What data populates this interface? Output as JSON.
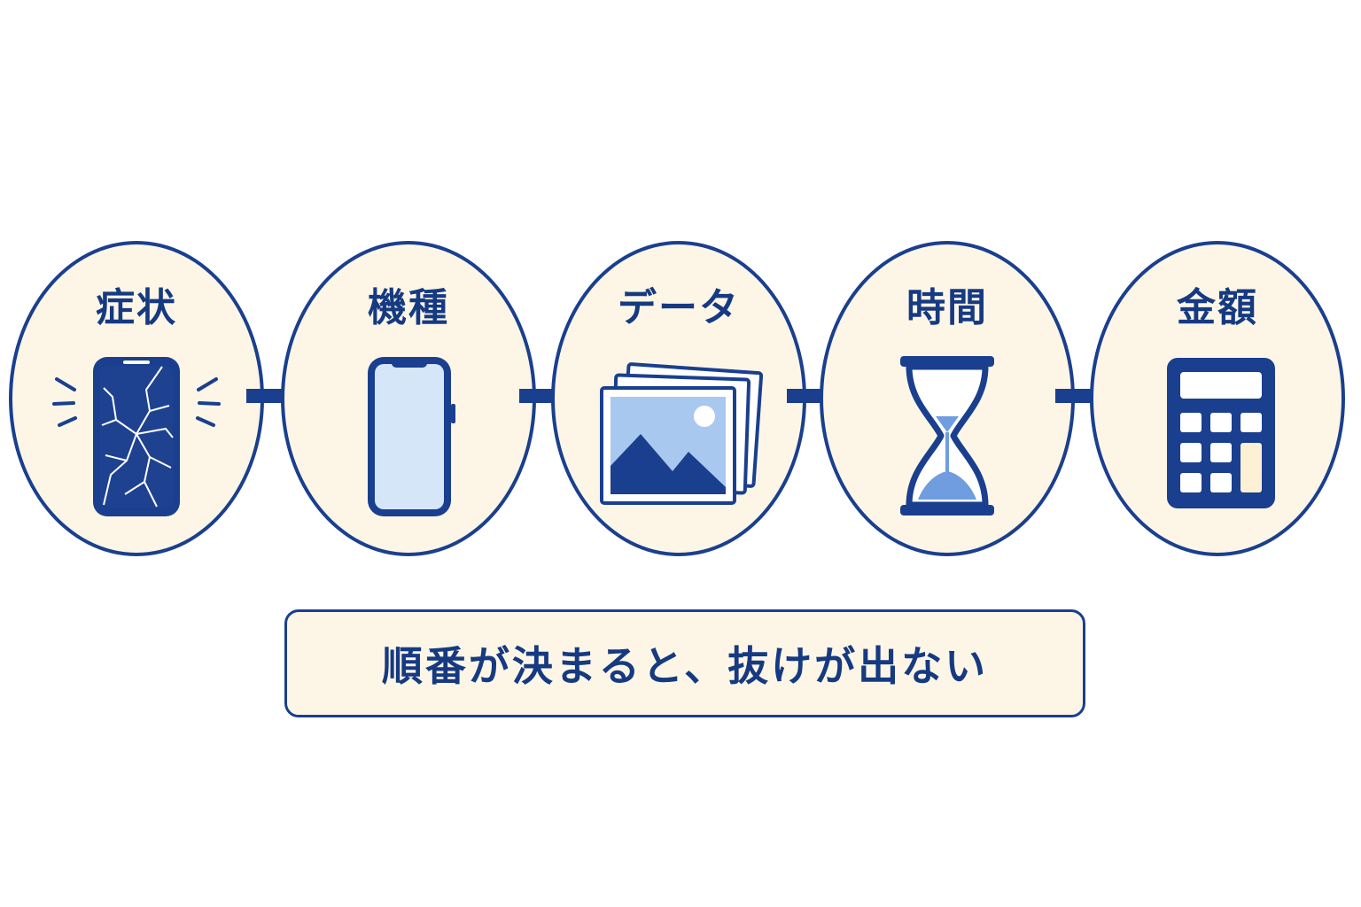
{
  "flow": {
    "steps": [
      {
        "label": "症状",
        "icon": "cracked-phone-icon"
      },
      {
        "label": "機種",
        "icon": "smartphone-icon"
      },
      {
        "label": "データ",
        "icon": "photos-icon"
      },
      {
        "label": "時間",
        "icon": "hourglass-icon"
      },
      {
        "label": "金額",
        "icon": "calculator-icon"
      }
    ],
    "connector_icon": "arrow-right-icon"
  },
  "caption": {
    "text": "順番が決まると、抜けが出ない"
  },
  "colors": {
    "navy": "#1a3f8f",
    "cream": "#fdf6e6",
    "light_blue": "#cfe2f7",
    "mid_blue": "#6f9de0",
    "white": "#ffffff"
  }
}
